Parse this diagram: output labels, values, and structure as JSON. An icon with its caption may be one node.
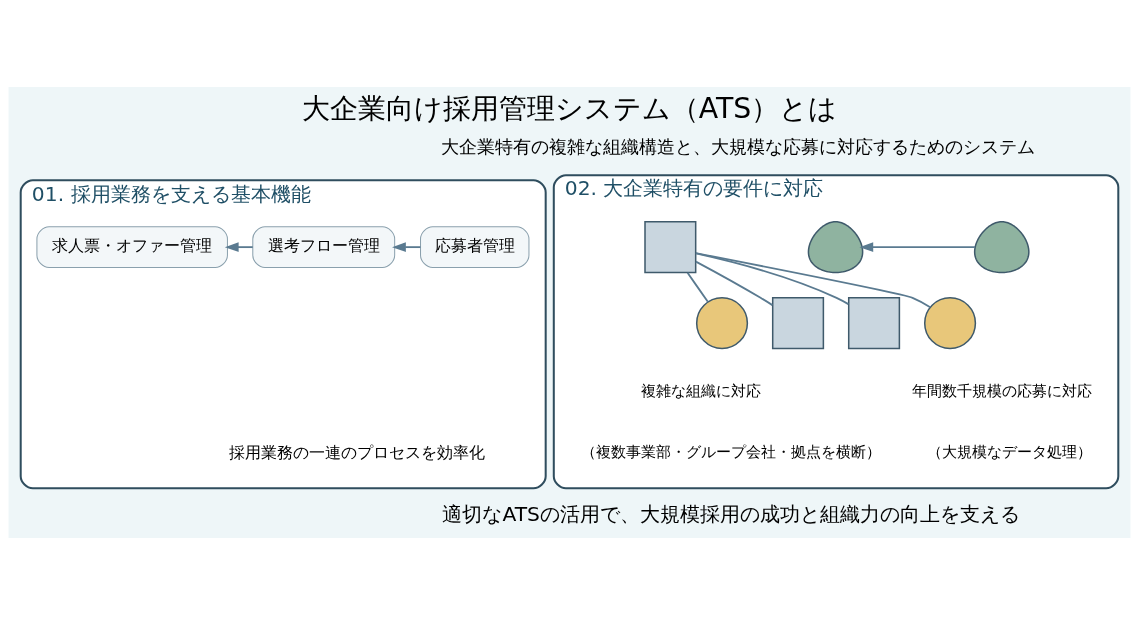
{
  "diagram": {
    "title": "大企業向け採用管理システム（ATS）とは",
    "caption": "適切なATSの活用で、大規模採用の成功と組織力の向上を支える",
    "nodes": [
      {
        "text": [
          "01. 採用業務を支える基本機能",
          "採用業務の一連のプロセスを効率化"
        ]
      },
      {
        "text": [
          "応募者管理"
        ],
        "in": 0
      },
      {
        "text": [
          "選考フロー管理"
        ],
        "in": 0
      },
      {
        "text": [
          "求人票・オファー管理"
        ],
        "in": 0
      },
      {
        "text": [
          "02. 大企業特有の要件に対応"
        ]
      },
      {
        "text": [],
        "shape": "person",
        "in": 4,
        "beside": [
          "年間数千規模の応募に対応",
          "（大規模なデータ処理）"
        ]
      },
      {
        "text": [],
        "shape": "person",
        "in": 4
      },
      {
        "text": [],
        "shape": "box",
        "in": 4,
        "beside": [
          "複雑な組織に対応",
          "（複数事業部・グループ会社・拠点を横断）"
        ]
      },
      {
        "text": [],
        "shape": "circle",
        "in": 4
      },
      {
        "text": [],
        "shape": "box",
        "in": 4
      },
      {
        "text": [],
        "shape": "box",
        "in": 4
      },
      {
        "text": [],
        "shape": "circle",
        "in": 4
      }
    ],
    "edges": [
      {
        "from": 1,
        "to": 2,
        "arrow": "to"
      },
      {
        "from": 2,
        "to": 3,
        "arrow": "to"
      },
      {
        "from": 5,
        "to": 6,
        "arrow": "to"
      },
      {
        "from": 7,
        "to": 8,
        "arrow": "none"
      },
      {
        "from": 7,
        "to": 9,
        "arrow": "none"
      },
      {
        "from": 7,
        "to": 10,
        "arrow": "none"
      },
      {
        "from": 7,
        "to": 11,
        "arrow": "none"
      }
    ],
    "labels": [
      "大企業特有の複雑な組織構造と、大規模な応募に対応するためのシステム"
    ]
  }
}
